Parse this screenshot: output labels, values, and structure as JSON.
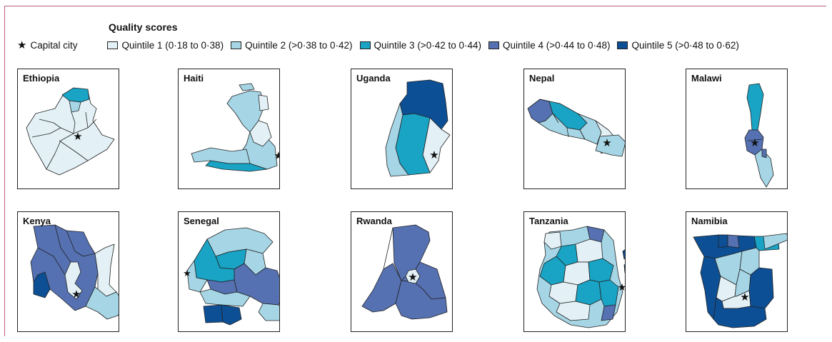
{
  "legend": {
    "title": "Quality scores",
    "capital_label": "Capital city",
    "quintiles": [
      {
        "label": "Quintile 1 (0·18 to 0·38)",
        "color": "#e3f1f6"
      },
      {
        "label": "Quintile 2 (>0·38 to 0·42)",
        "color": "#a6d6e6"
      },
      {
        "label": "Quintile 3 (>0·42 to 0·44)",
        "color": "#19a3c4"
      },
      {
        "label": "Quintile 4 (>0·44 to 0·48)",
        "color": "#5571b2"
      },
      {
        "label": "Quintile 5 (>0·48 to 0·62)",
        "color": "#0c4f95"
      }
    ]
  },
  "countries": [
    {
      "name": "Ethiopia"
    },
    {
      "name": "Haiti"
    },
    {
      "name": "Uganda"
    },
    {
      "name": "Nepal"
    },
    {
      "name": "Malawi"
    },
    {
      "name": "Kenya"
    },
    {
      "name": "Senegal"
    },
    {
      "name": "Rwanda"
    },
    {
      "name": "Tanzania"
    },
    {
      "name": "Namibia"
    }
  ]
}
